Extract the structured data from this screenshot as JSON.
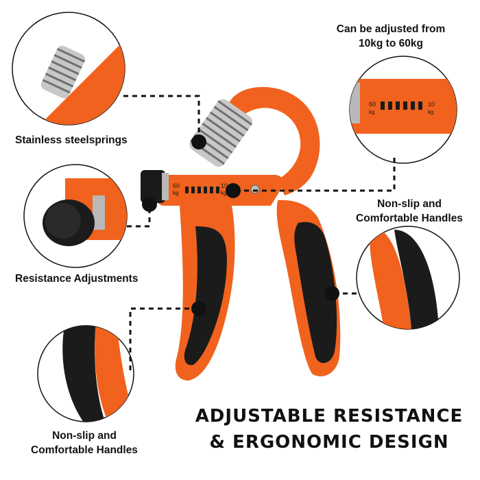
{
  "labels": {
    "springs": "Stainless steelsprings",
    "resistance": "Resistance Adjustments",
    "adjust_range_line1": "Can be adjusted from",
    "adjust_range_line2": "10kg to 60kg",
    "handles_right_line1": "Non-slip and",
    "handles_right_line2": "Comfortable Handles",
    "handles_left_line1": "Non-slip and",
    "handles_left_line2": "Comfortable Handles"
  },
  "headline": {
    "line1": "ADJUSTABLE RESISTANCE",
    "line2": "& ERGONOMIC DESIGN"
  },
  "scale": {
    "max": "60",
    "min": "10",
    "unit": "kg"
  },
  "colors": {
    "body": "#f0621e",
    "grip": "#1b1b1b",
    "spring": "#b9b9b9",
    "text": "#111111"
  }
}
